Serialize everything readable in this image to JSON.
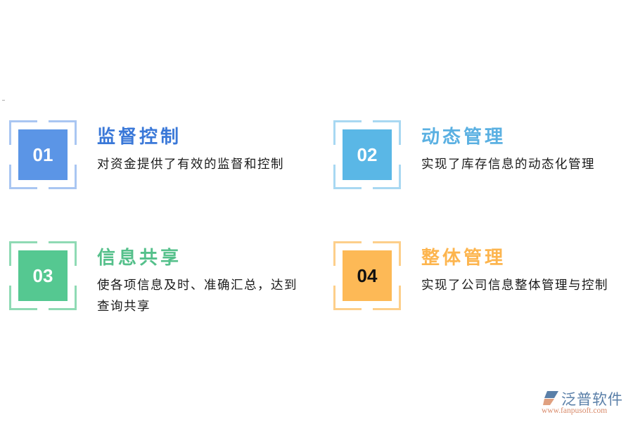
{
  "items": [
    {
      "number": "01",
      "title": "监督控制",
      "description": "对资金提供了有效的监督和控制",
      "color": "#5b95e6",
      "number_color": "#ffffff",
      "title_color": "#3a78d8"
    },
    {
      "number": "02",
      "title": "动态管理",
      "description": "实现了库存信息的动态化管理",
      "color": "#5ab7e6",
      "number_color": "#ffffff",
      "title_color": "#5ab0e2"
    },
    {
      "number": "03",
      "title": "信息共享",
      "description": "使各项信息及时、准确汇总，达到查询共享",
      "color": "#55c891",
      "number_color": "#ffffff",
      "title_color": "#55c08b"
    },
    {
      "number": "04",
      "title": "整体管理",
      "description": "实现了公司信息整体管理与控制",
      "color": "#fdb956",
      "number_color": "#111111",
      "title_color": "#fdb54e"
    }
  ],
  "logo": {
    "name": "泛普软件",
    "url": "www.fanpusoft.com"
  }
}
